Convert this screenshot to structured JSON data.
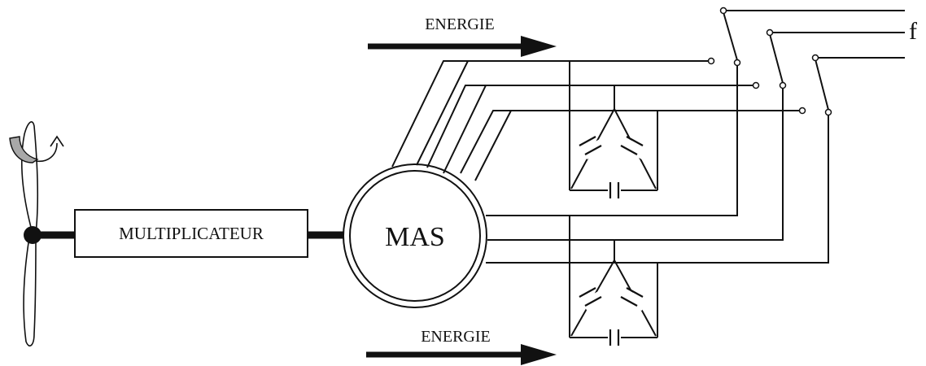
{
  "labels": {
    "energy_top": "ENERGIE",
    "energy_bottom": "ENERGIE",
    "gearbox": "MULTIPLICATEUR",
    "machine": "MAS",
    "frequency": "f"
  }
}
